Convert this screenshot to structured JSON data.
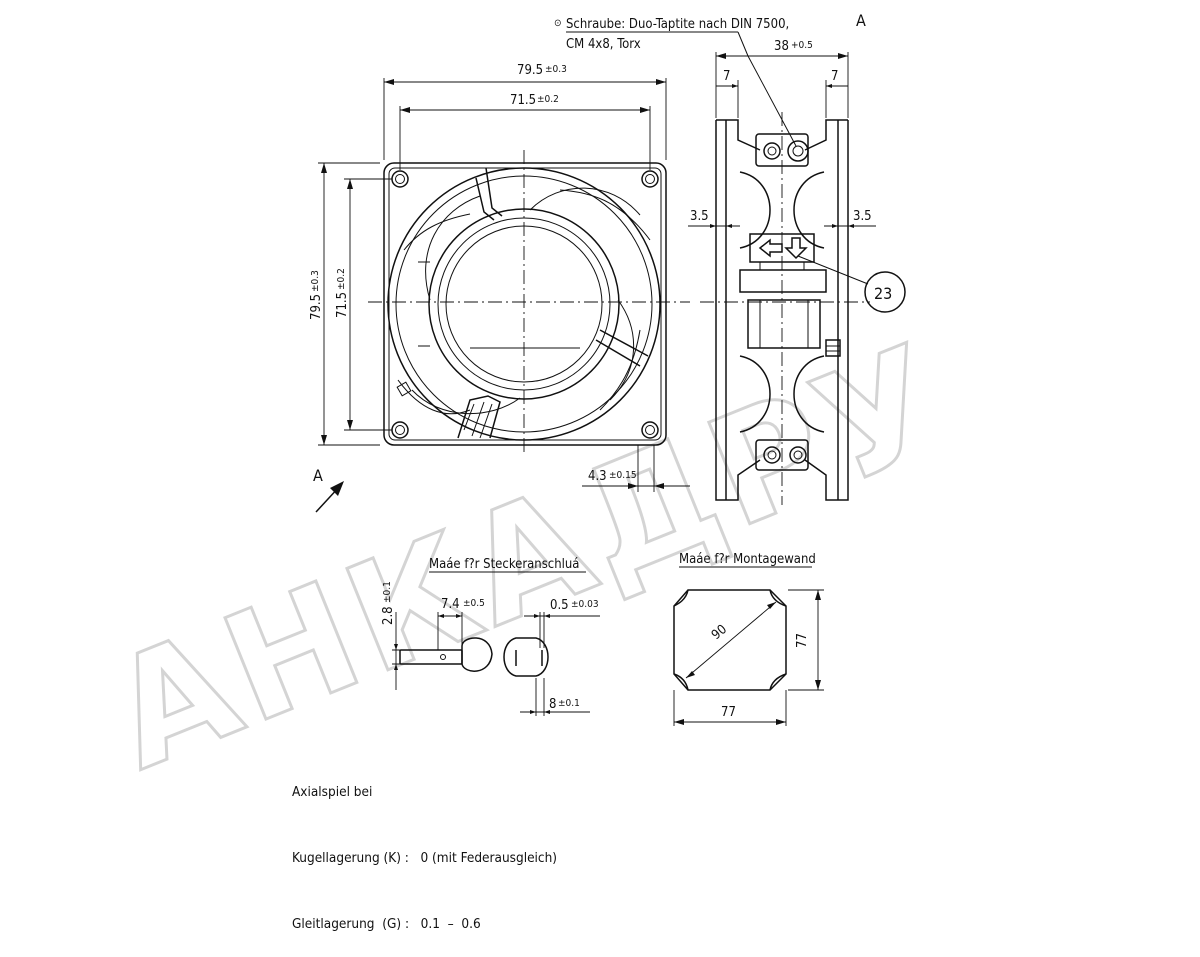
{
  "watermark": "АНКАДРУ",
  "screw_note": {
    "symbol": "⊙",
    "line1": "Schraube: Duo-Taptite nach DIN 7500,",
    "line2": "CM 4x8, Torx"
  },
  "section_label": "A",
  "view_label": "A",
  "item_number": "23",
  "front_dims": {
    "overall_width": "79.5",
    "overall_width_tol": "±0.3",
    "hole_spacing_h": "71.5",
    "hole_spacing_h_tol": "±0.2",
    "overall_height": "79.5",
    "overall_height_tol": "±0.3",
    "hole_spacing_v": "71.5",
    "hole_spacing_v_tol": "±0.2",
    "flange": "4.3",
    "flange_tol": "±0.15"
  },
  "side_dims": {
    "depth": "38",
    "depth_tol": "+0.5",
    "left_rim": "7",
    "right_rim": "7",
    "left_wall": "3.5",
    "right_wall": "3.5"
  },
  "connector": {
    "title": "Maáe f?r Steckeranschluá",
    "pin_height": "2.8",
    "pin_height_tol": "±0.1",
    "length": "7.4",
    "length_tol": "±0.5",
    "thickness": "0.5",
    "thickness_tol": "±0.03",
    "width": "8",
    "width_tol": "±0.1"
  },
  "mounting": {
    "title": "Maáe f?r Montagewand",
    "diagonal": "90",
    "width": "77",
    "height": "77"
  },
  "notes": [
    "Axialspiel bei",
    "Kugellagerung (K) :   0 (mit Federausgleich)",
    "Gleitlagerung  (G) :   0.1  –  0.6"
  ]
}
